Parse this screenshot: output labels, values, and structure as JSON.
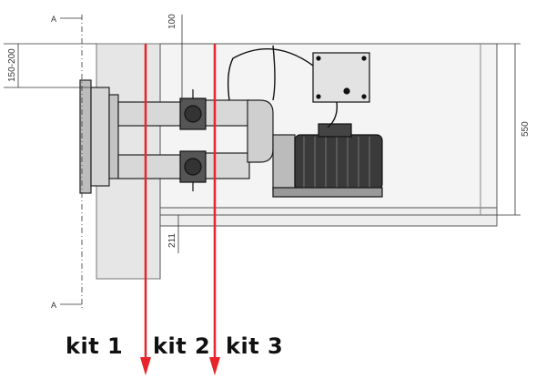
{
  "section_marker": "A",
  "dimensions": {
    "dim_100": "100",
    "dim_150_200": "150-200",
    "dim_550": "550",
    "dim_211": "211"
  },
  "kits": [
    {
      "label": "kit 1"
    },
    {
      "label": "kit 2"
    },
    {
      "label": "kit 3"
    }
  ],
  "colors": {
    "arrow": "#e8232a",
    "drawing": "#2b2b2b",
    "shade": "#d9d9d9"
  }
}
